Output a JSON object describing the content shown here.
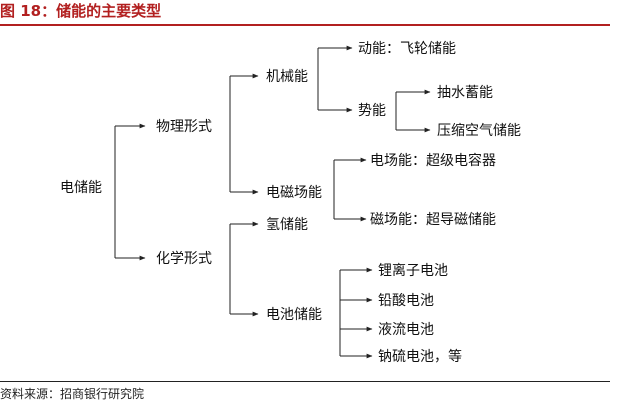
{
  "figure": {
    "title": "图 18：储能的主要类型",
    "source": "资料来源：招商银行研究院"
  },
  "nodes": {
    "root": "电储能",
    "physical": "物理形式",
    "chemical": "化学形式",
    "mechanical": "机械能",
    "electromagnetic": "电磁场能",
    "hydrogen": "氢储能",
    "battery": "电池储能",
    "flywheel": "动能：飞轮储能",
    "potential": "势能",
    "pumped_hydro": "抽水蓄能",
    "compressed_air": "压缩空气储能",
    "electric_field": "电场能：超级电容器",
    "magnetic_field": "磁场能：超导磁储能",
    "lithium": "锂离子电池",
    "lead_acid": "铅酸电池",
    "flow": "液流电池",
    "sodium_sulfur": "钠硫电池，等"
  }
}
